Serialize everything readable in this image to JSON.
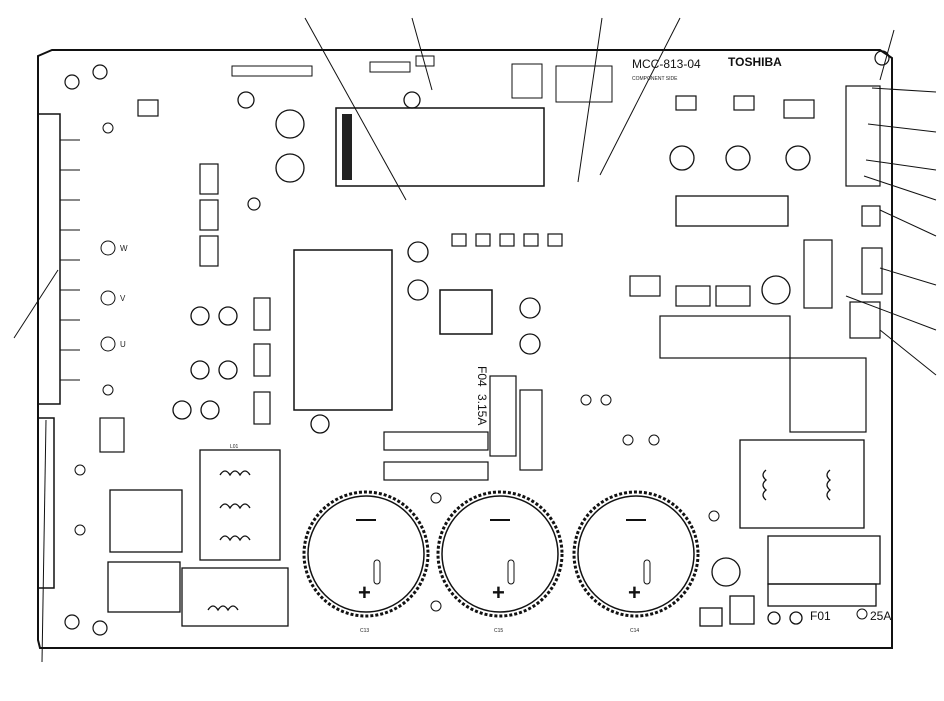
{
  "board": {
    "model": "MCC-813-04",
    "brand": "TOSHIBA",
    "side_note": "COMPONENT SIDE",
    "fuse_main": "F01",
    "fuse_main_rating": "25A",
    "fuse_small": "F04",
    "fuse_small_rating": "3.15A",
    "cap_plus": "+",
    "cap_labels": [
      "C13",
      "C15",
      "C14"
    ],
    "terminals": [
      "W",
      "V",
      "U"
    ],
    "inductor_label": "L01"
  }
}
